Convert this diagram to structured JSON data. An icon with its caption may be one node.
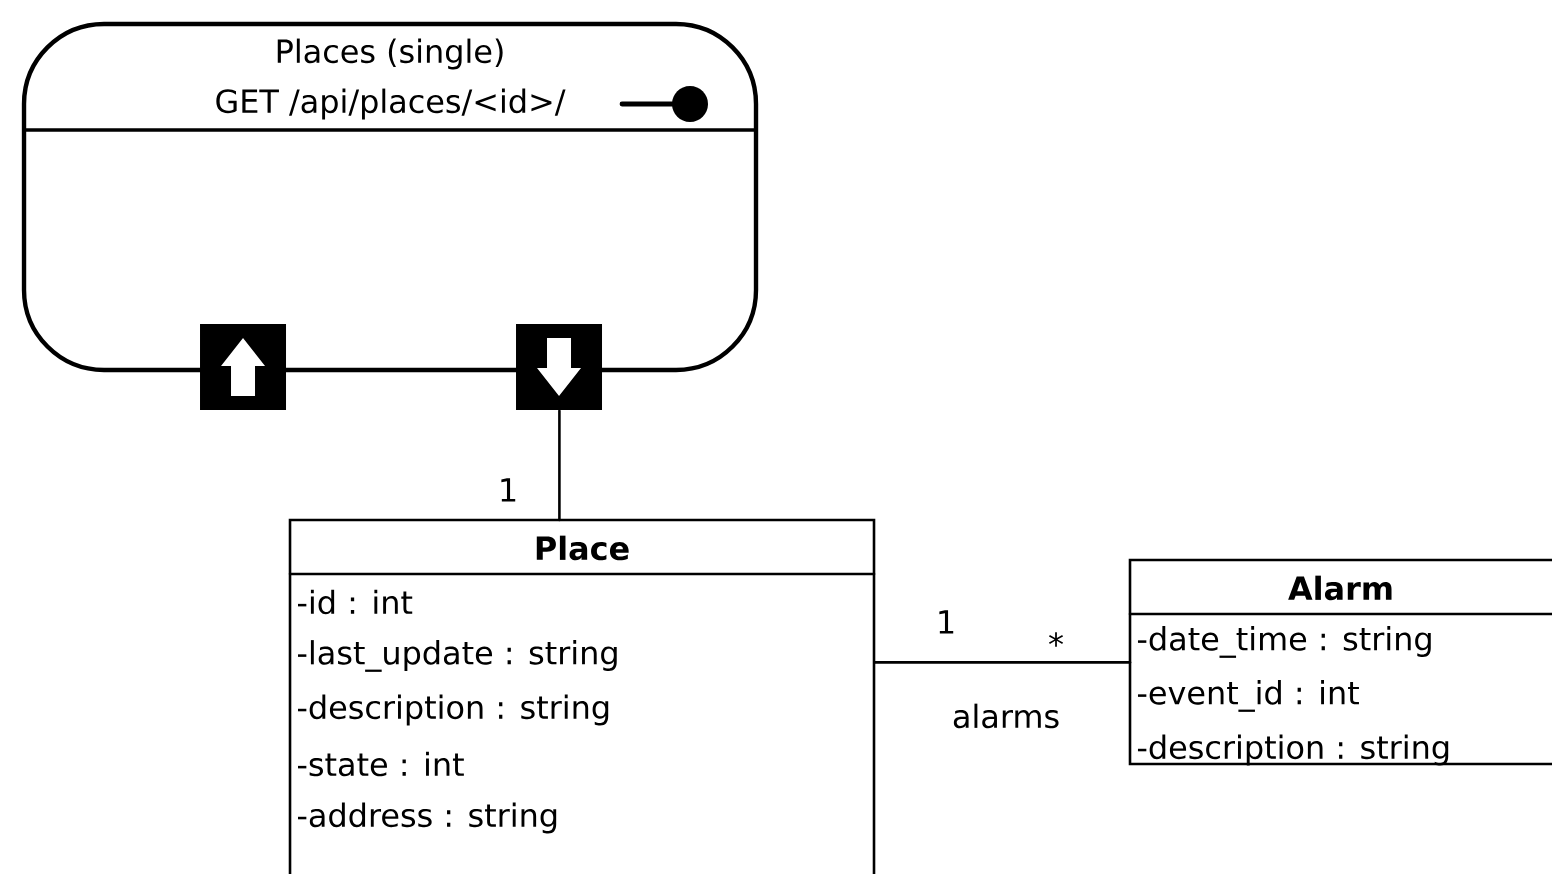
{
  "diagram": {
    "nodes": [
      {
        "text": [
          "Places (single)",
          "GET /api/places/<id>/"
        ]
      },
      {
        "text": [],
        "shape": "box"
      },
      {
        "text": [],
        "shape": "box"
      },
      {
        "text": [
          "Place",
          "-id : int",
          "-last_update : string",
          "-description : string",
          "-state : int",
          "-address : string"
        ]
      },
      {
        "text": [
          "Alarm",
          "-date_time : string",
          "-event_id : int",
          "-description : string"
        ]
      }
    ],
    "edges": [
      {
        "from": 2,
        "to": 3,
        "arrow": "none"
      },
      {
        "from": 3,
        "to": 4,
        "arrow": "none",
        "label": "alarms"
      }
    ],
    "labels": [
      "1",
      "1",
      "*"
    ]
  }
}
